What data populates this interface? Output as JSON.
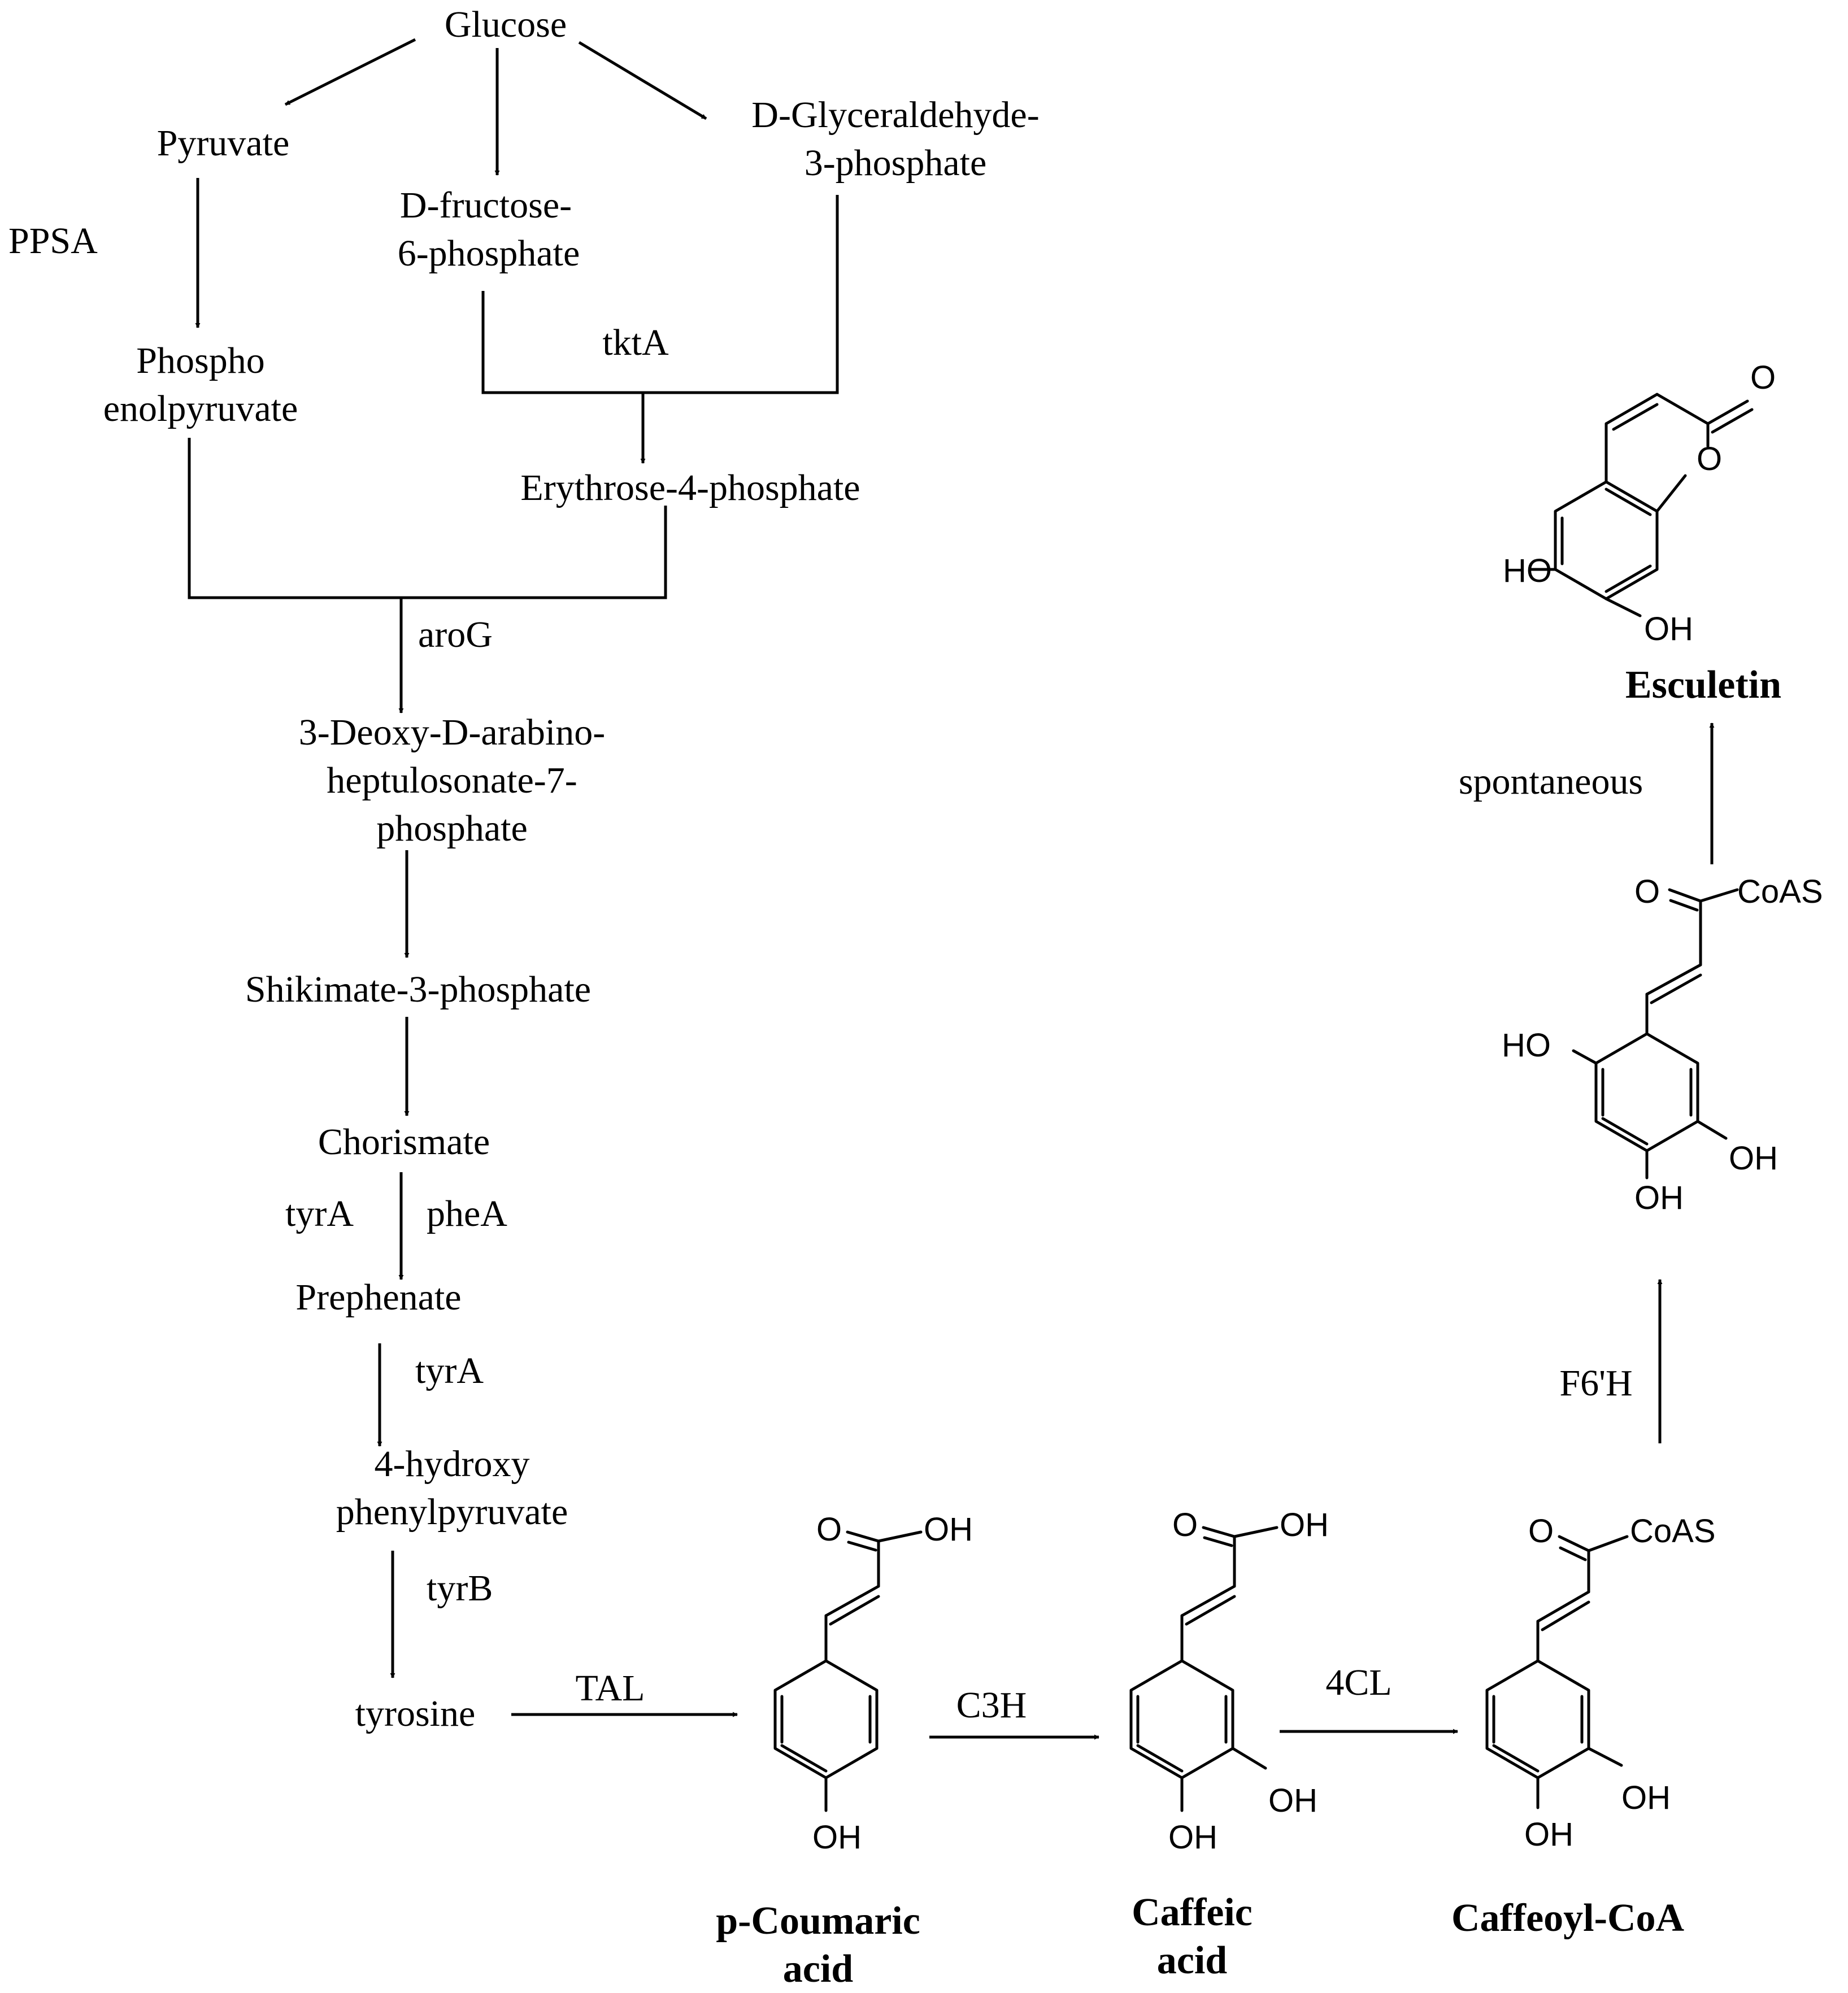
{
  "metabolites": {
    "glucose": "Glucose",
    "pyruvate": "Pyruvate",
    "fructose_1": "D-fructose-",
    "fructose_2": "6-phosphate",
    "g3p_1": "D-Glyceraldehyde-",
    "g3p_2": "3-phosphate",
    "pep_1": "Phospho",
    "pep_2": "enolpyruvate",
    "e4p": "Erythrose-4-phosphate",
    "dahp_1": "3-Deoxy-D-arabino-",
    "dahp_2": "heptulosonate-7-",
    "dahp_3": "phosphate",
    "s3p": "Shikimate-3-phosphate",
    "chorismate": "Chorismate",
    "prephenate": "Prephenate",
    "hpp_1": "4-hydroxy",
    "hpp_2": "phenylpyruvate",
    "tyrosine": "tyrosine"
  },
  "enzymes": {
    "ppsa": "PPSA",
    "tkta": "tktA",
    "arog": "aroG",
    "tyra_1": "tyrA",
    "phea": "pheA",
    "tyra_2": "tyrA",
    "tyrb": "tyrB",
    "tal": "TAL",
    "c3h": "C3H",
    "fourcl": "4CL",
    "f6h": "F6'H",
    "spontaneous": "spontaneous"
  },
  "compounds": {
    "coumaric_1": "p-Coumaric",
    "coumaric_2": "acid",
    "caffeic_1": "Caffeic",
    "caffeic_2": "acid",
    "caffeoyl": "Caffeoyl-CoA",
    "esculetin": "Esculetin"
  },
  "atoms": {
    "o": "O",
    "oh": "OH",
    "ho": "HO",
    "coas": "CoAS"
  }
}
